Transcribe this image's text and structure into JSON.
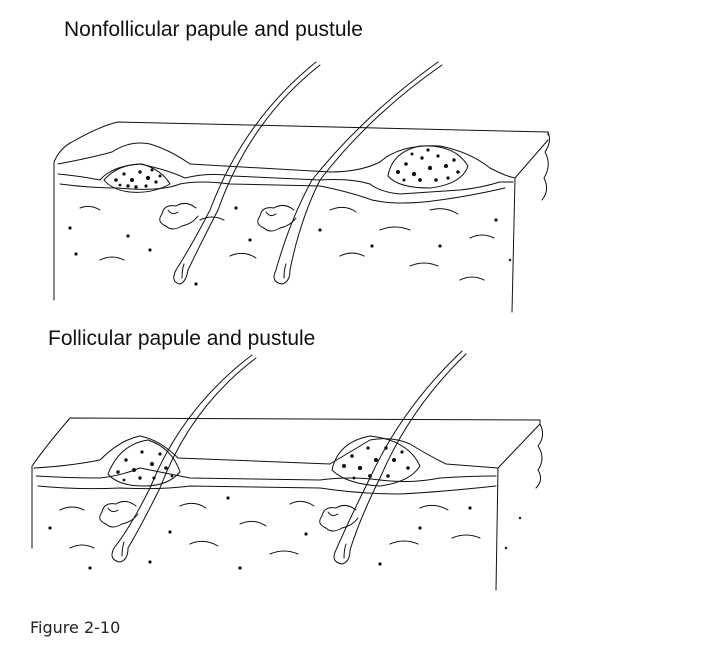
{
  "figure": {
    "panels": [
      {
        "title": "Nonfollicular papule and pustule"
      },
      {
        "title": "Follicular papule and pustule"
      }
    ],
    "caption": "Figure 2-10"
  },
  "colors": {
    "ink": "#111111",
    "background": "#ffffff"
  },
  "icons": [
    "skin-block",
    "hair-shaft",
    "sebaceous-gland",
    "lesion-stipple"
  ]
}
